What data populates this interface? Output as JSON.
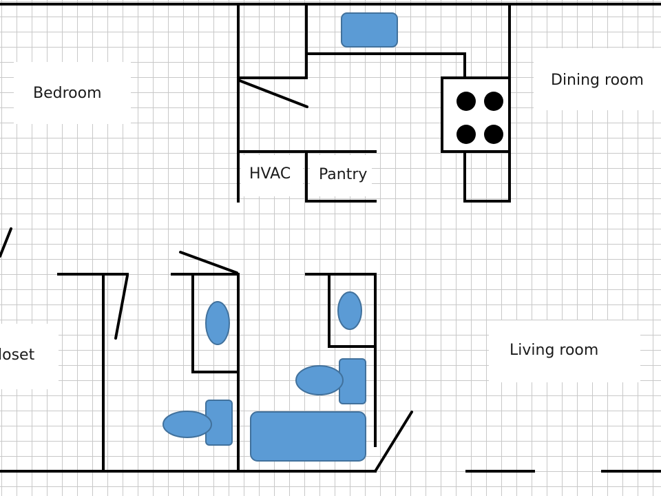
{
  "rooms": {
    "bedroom": "Bedroom",
    "dining_room": "Dining room",
    "hvac": "HVAC",
    "pantry": "Pantry",
    "closet": "loset",
    "living_room": "Living room"
  },
  "colors": {
    "fixture_fill": "#5b9bd5",
    "fixture_stroke": "#41719c",
    "grid": "#c8c8c8",
    "wall": "#000000"
  }
}
